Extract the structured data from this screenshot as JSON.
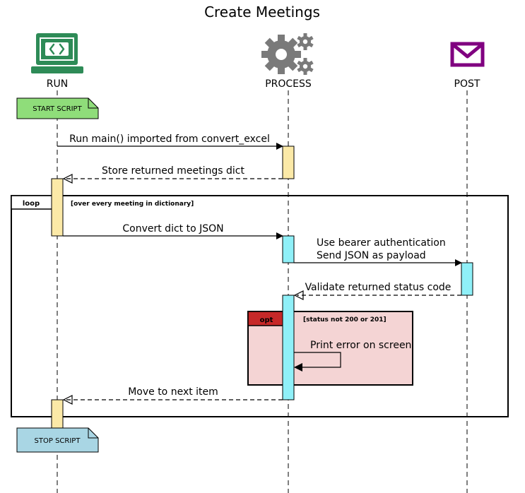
{
  "title": "Create Meetings",
  "participants": {
    "run": {
      "label": "RUN",
      "icon": "laptop-code-icon",
      "color": "#2e8b57"
    },
    "process": {
      "label": "PROCESS",
      "icon": "gears-icon",
      "color": "#7a7a7a"
    },
    "post": {
      "label": "POST",
      "icon": "envelope-icon",
      "color": "#800080"
    }
  },
  "notes": {
    "start": {
      "text": "START SCRIPT",
      "color": "#8fdd7a"
    },
    "stop": {
      "text": "STOP SCRIPT",
      "color": "#a9d6e4"
    }
  },
  "messages": {
    "m1": "Run main() imported from convert_excel",
    "m2": "Store returned meetings dict",
    "m3": "Convert dict to JSON",
    "m4_line1": "Use bearer authentication",
    "m4_line2": "Send JSON as payload",
    "m5": "Validate returned status code",
    "m6": "Print error on screen",
    "m7": "Move to next item"
  },
  "fragments": {
    "loop": {
      "operator": "loop",
      "guard": "[over every meeting in dictionary]"
    },
    "opt": {
      "operator": "opt",
      "guard": "[status not 200 or 201]",
      "header_color": "#c62828",
      "fill_color": "#f4d4d4"
    }
  },
  "activation_colors": {
    "run": "#fbe9a7",
    "process_first": "#fbe9a7",
    "process": "#8ff0f8",
    "post": "#8ff0f8"
  }
}
